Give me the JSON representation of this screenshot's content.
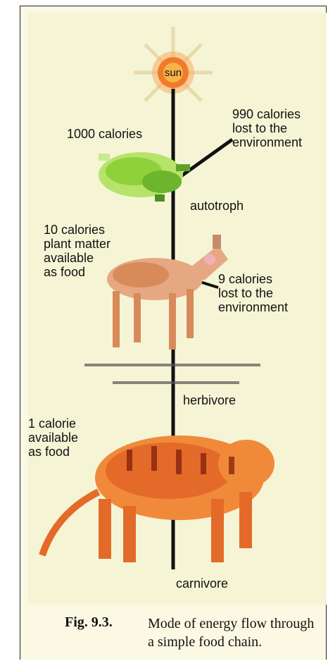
{
  "sun": {
    "label": "sun"
  },
  "labels": {
    "lost_990": "990 calories\nlost to the\nenvironment",
    "in_1000": "1000 calories",
    "autotroph": "autotroph",
    "avail_10": "10 calories\nplant matter\navailable\nas food",
    "lost_9": "9 calories\nlost to the\nenvironment",
    "herbivore": "herbivore",
    "avail_1": "1 calorie\navailable\nas food",
    "carnivore": "carnivore"
  },
  "caption": {
    "label": "Fig. 9.3.",
    "text": "Mode of energy flow through a simple food chain."
  },
  "colors": {
    "background": "#f5f5d6",
    "sun": "#f07a2a",
    "plant": "#8fd13b",
    "herbivore": "#d98a5a",
    "carnivore": "#e46a2a",
    "line": "#111111"
  }
}
